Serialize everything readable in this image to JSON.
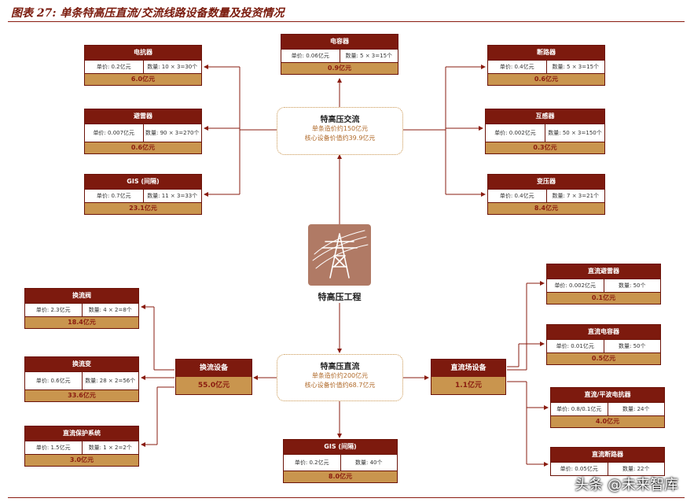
{
  "title": "图表 27: 单条特高压直流/交流线路设备数量及投资情况",
  "center_label": "特高压工程",
  "logo_icon": "power-tower-icon",
  "ac": {
    "title": "特高压交流",
    "line1": "单条造价约150亿元",
    "line2": "核心设备价值约39.9亿元"
  },
  "dc": {
    "title": "特高压直流",
    "line1": "单条造价约200亿元",
    "line2": "核心设备价值约68.7亿元"
  },
  "boxes": {
    "reactor": {
      "name": "电抗器",
      "price": "单价: 0.2亿元",
      "qty": "数量: 10 × 3=30个",
      "total": "6.0亿元"
    },
    "arrester": {
      "name": "避雷器",
      "price": "单价: 0.007亿元",
      "qty": "数量: 90 × 3=270个",
      "total": "0.6亿元"
    },
    "gis_ac": {
      "name": "GIS (间隔)",
      "price": "单价: 0.7亿元",
      "qty": "数量: 11 × 3=33个",
      "total": "23.1亿元"
    },
    "capacitor": {
      "name": "电容器",
      "price": "单价: 0.06亿元",
      "qty": "数量: 5 × 3=15个",
      "total": "0.9亿元"
    },
    "breaker": {
      "name": "断路器",
      "price": "单价: 0.4亿元",
      "qty": "数量: 5 × 3=15个",
      "total": "0.6亿元"
    },
    "insulator": {
      "name": "互感器",
      "price": "单价: 0.002亿元",
      "qty": "数量: 50 × 3=150个",
      "total": "0.3亿元"
    },
    "transformer": {
      "name": "变压器",
      "price": "单价: 0.4亿元",
      "qty": "数量: 7 × 3=21个",
      "total": "8.4亿元"
    },
    "valve": {
      "name": "换流阀",
      "price": "单价: 2.3亿元",
      "qty": "数量: 4 × 2=8个",
      "total": "18.4亿元"
    },
    "conv_tx": {
      "name": "换流变",
      "price": "单价: 0.6亿元",
      "qty": "数量: 28 × 2=56个",
      "total": "33.6亿元"
    },
    "protect": {
      "name": "直流保护系统",
      "price": "单价: 1.5亿元",
      "qty": "数量: 1 × 2=2个",
      "total": "3.0亿元"
    },
    "gis_dc": {
      "name": "GIS (间隔)",
      "price": "单价: 0.2亿元",
      "qty": "数量: 40个",
      "total": "8.0亿元"
    },
    "dc_arrester": {
      "name": "直流避雷器",
      "price": "单价: 0.002亿元",
      "qty": "数量: 50个",
      "total": "0.1亿元"
    },
    "dc_cap": {
      "name": "直流电容器",
      "price": "单价: 0.01亿元",
      "qty": "数量: 50个",
      "total": "0.5亿元"
    },
    "dc_reactor": {
      "name": "直流/平波电抗器",
      "price": "单价: 0.8/0.1亿元",
      "qty": "数量: 24个",
      "total": "4.0亿元"
    },
    "dc_breaker": {
      "name": "直流断路器",
      "price": "单价: 0.05亿元",
      "qty": "数量: 22个",
      "total": ""
    }
  },
  "converter_equip": {
    "name": "换流设备",
    "total": "55.0亿元"
  },
  "dc_field_equip": {
    "name": "直流场设备",
    "total": "1.1亿元"
  },
  "watermark": "头条 @未来智库",
  "colors": {
    "dark_red": "#7d1a0e",
    "tan": "#c9954e",
    "accent": "#b06a2a",
    "logo_bg": "#b07a65"
  }
}
